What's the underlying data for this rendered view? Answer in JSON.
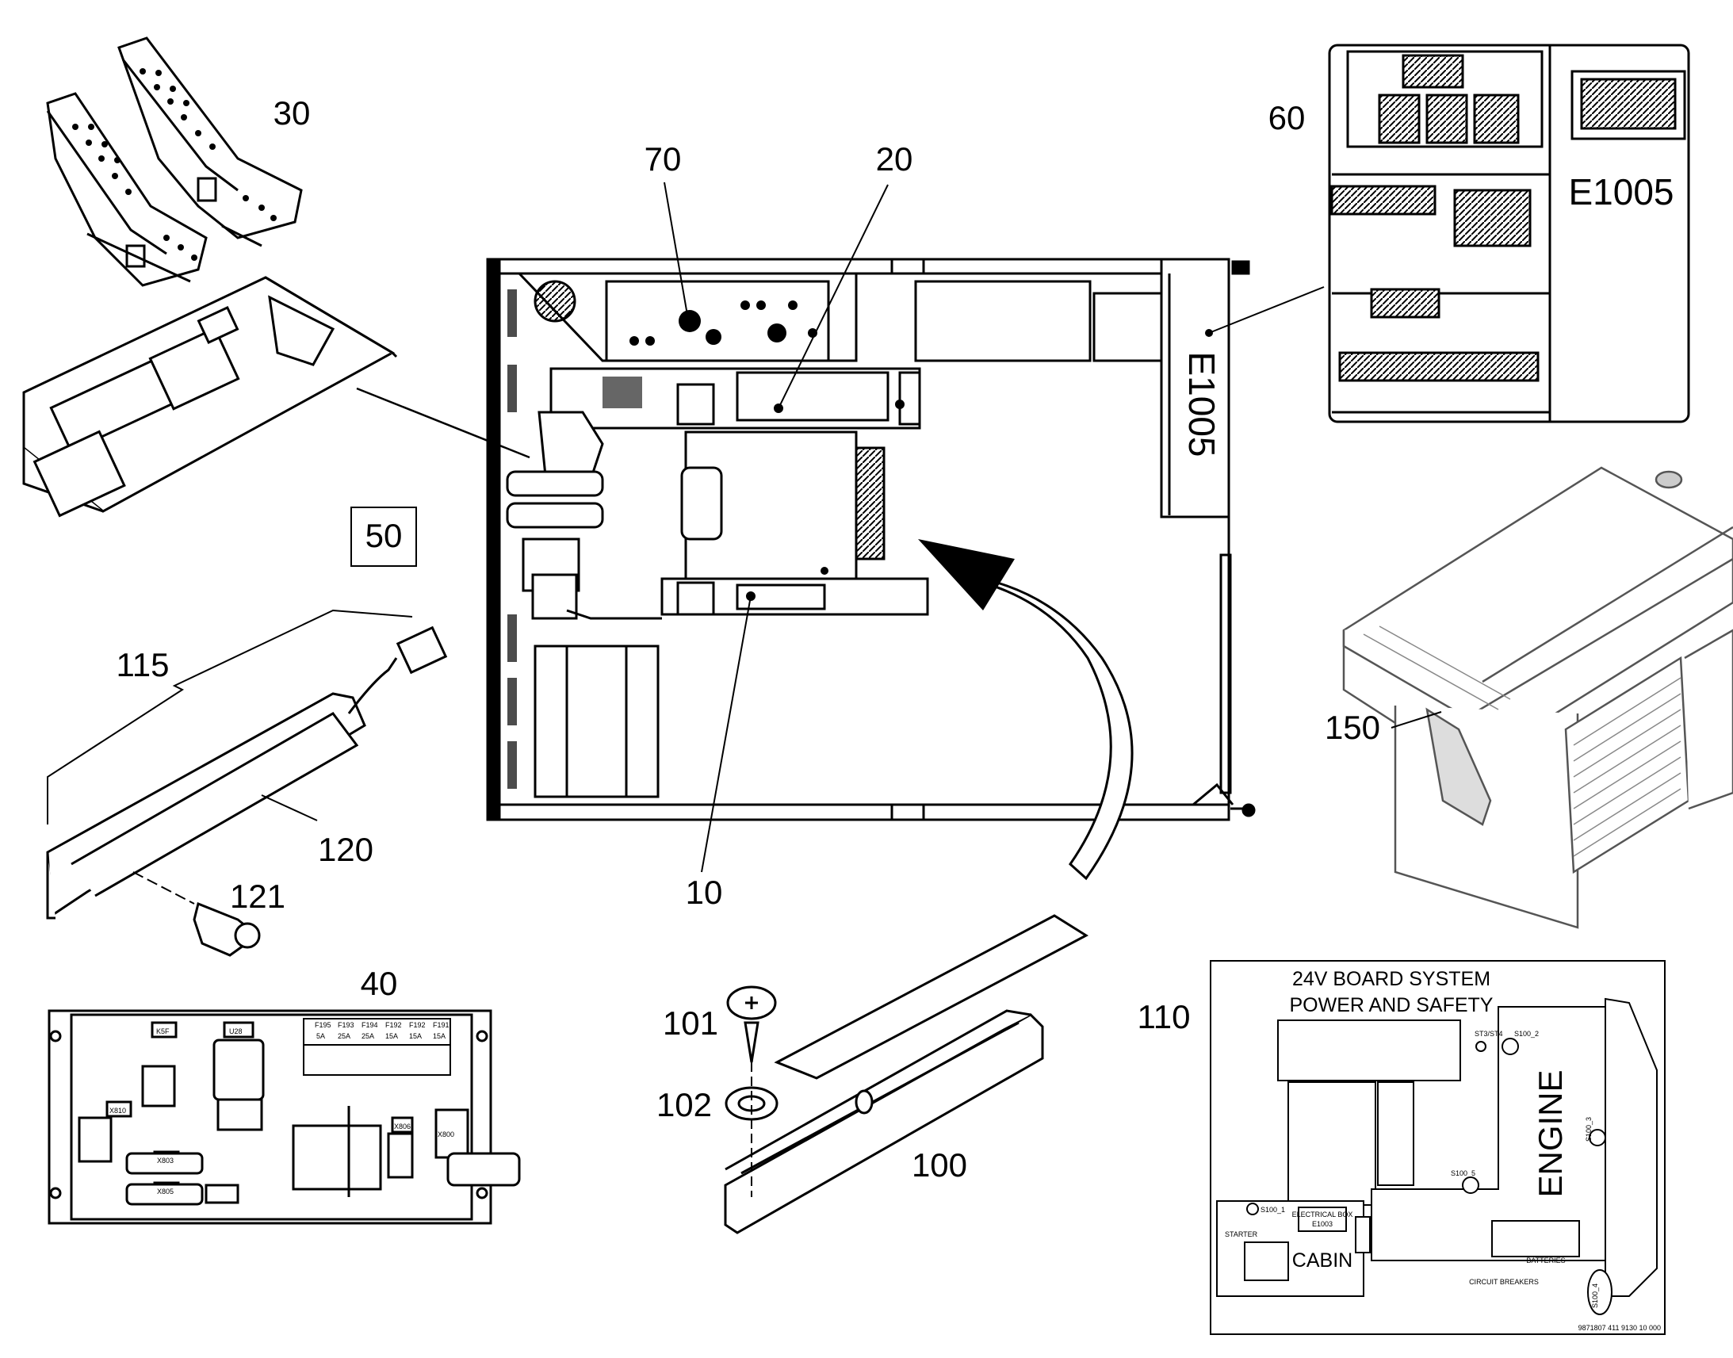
{
  "callouts": {
    "c10": "10",
    "c20": "20",
    "c30": "30",
    "c40": "40",
    "c50": "50",
    "c60": "60",
    "c70": "70",
    "c100": "100",
    "c101": "101",
    "c102": "102",
    "c110": "110",
    "c115": "115",
    "c120": "120",
    "c121": "121",
    "c150": "150"
  },
  "cabinet_labels": {
    "e1005_panel": "E1005",
    "e1005_plan": "E1005"
  },
  "board": {
    "fuse_top": [
      "F195",
      "F193",
      "F194",
      "F192",
      "F192",
      "F191"
    ],
    "fuse_amp": [
      "5A",
      "25A",
      "25A",
      "15A",
      "15A",
      "15A"
    ],
    "k_label": "K5F",
    "u_label": "U28",
    "connectors": [
      "X810",
      "X803",
      "X805",
      "X806",
      "X800"
    ]
  },
  "decal": {
    "title_line1": "24V BOARD SYSTEM",
    "title_line2": "POWER AND SAFETY",
    "engine": "ENGINE",
    "cabin": "CABIN",
    "batteries": "BATTERIES",
    "circuit_breakers": "CIRCUIT BREAKERS",
    "electrical_box": "ELECTRICAL BOX",
    "electrical_box_id": "E1003",
    "switch_s100_2": "S100_2",
    "switch_s100_3": "S100_3",
    "switch_s100_5": "S100_5",
    "switch_s100_4": "S100_4",
    "switch_s100_1": "S100_1",
    "switch_st3": "ST3/ST4",
    "starter": "STARTER",
    "footer": "9871807    411 9130 10 000"
  }
}
